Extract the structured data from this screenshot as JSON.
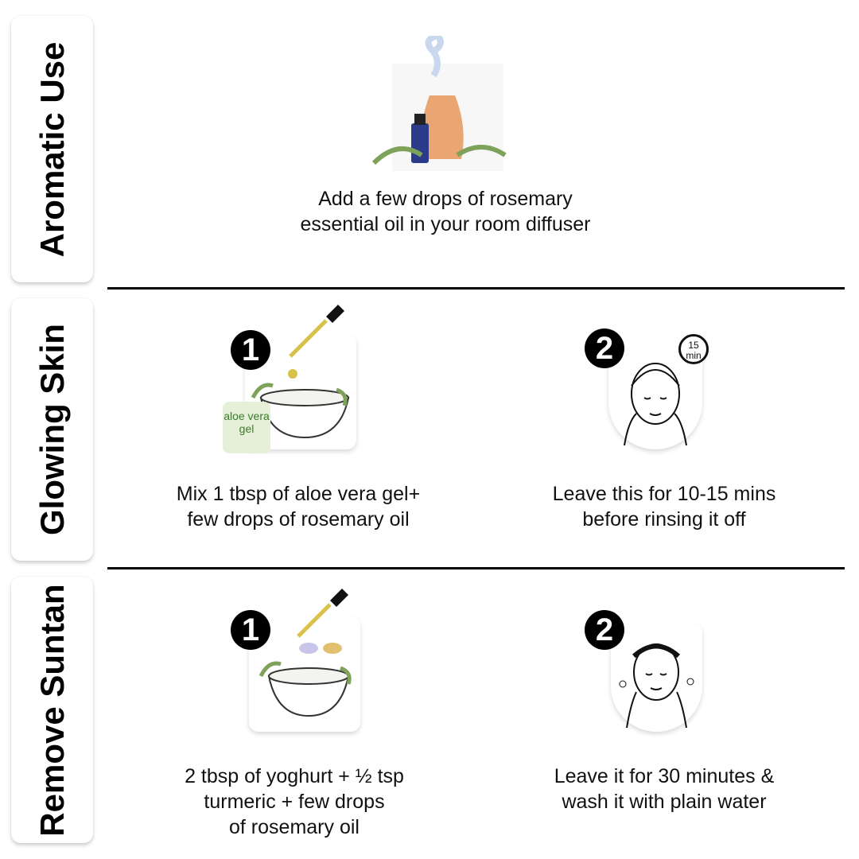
{
  "sections": [
    {
      "title": "Aromatic Use",
      "steps": [
        {
          "text_lines": [
            "Add a few drops of rosemary",
            "essential oil in your room diffuser"
          ]
        }
      ]
    },
    {
      "title": "Glowing Skin",
      "steps": [
        {
          "number": "1",
          "text_lines": [
            "Mix 1 tbsp of aloe vera gel+",
            "few drops of rosemary oil"
          ]
        },
        {
          "number": "2",
          "text_lines": [
            "Leave this for 10-15 mins",
            "before rinsing it off"
          ],
          "timer": "15",
          "timer_unit": "min"
        }
      ]
    },
    {
      "title": "Remove Suntan",
      "steps": [
        {
          "number": "1",
          "text_lines": [
            "2 tbsp of yoghurt + ½ tsp",
            "turmeric + few drops",
            "of rosemary oil"
          ]
        },
        {
          "number": "2",
          "text_lines": [
            "Leave it for 30 minutes &",
            "wash it with plain water"
          ]
        }
      ]
    }
  ],
  "aloe_jar_label": "aloe vera gel"
}
